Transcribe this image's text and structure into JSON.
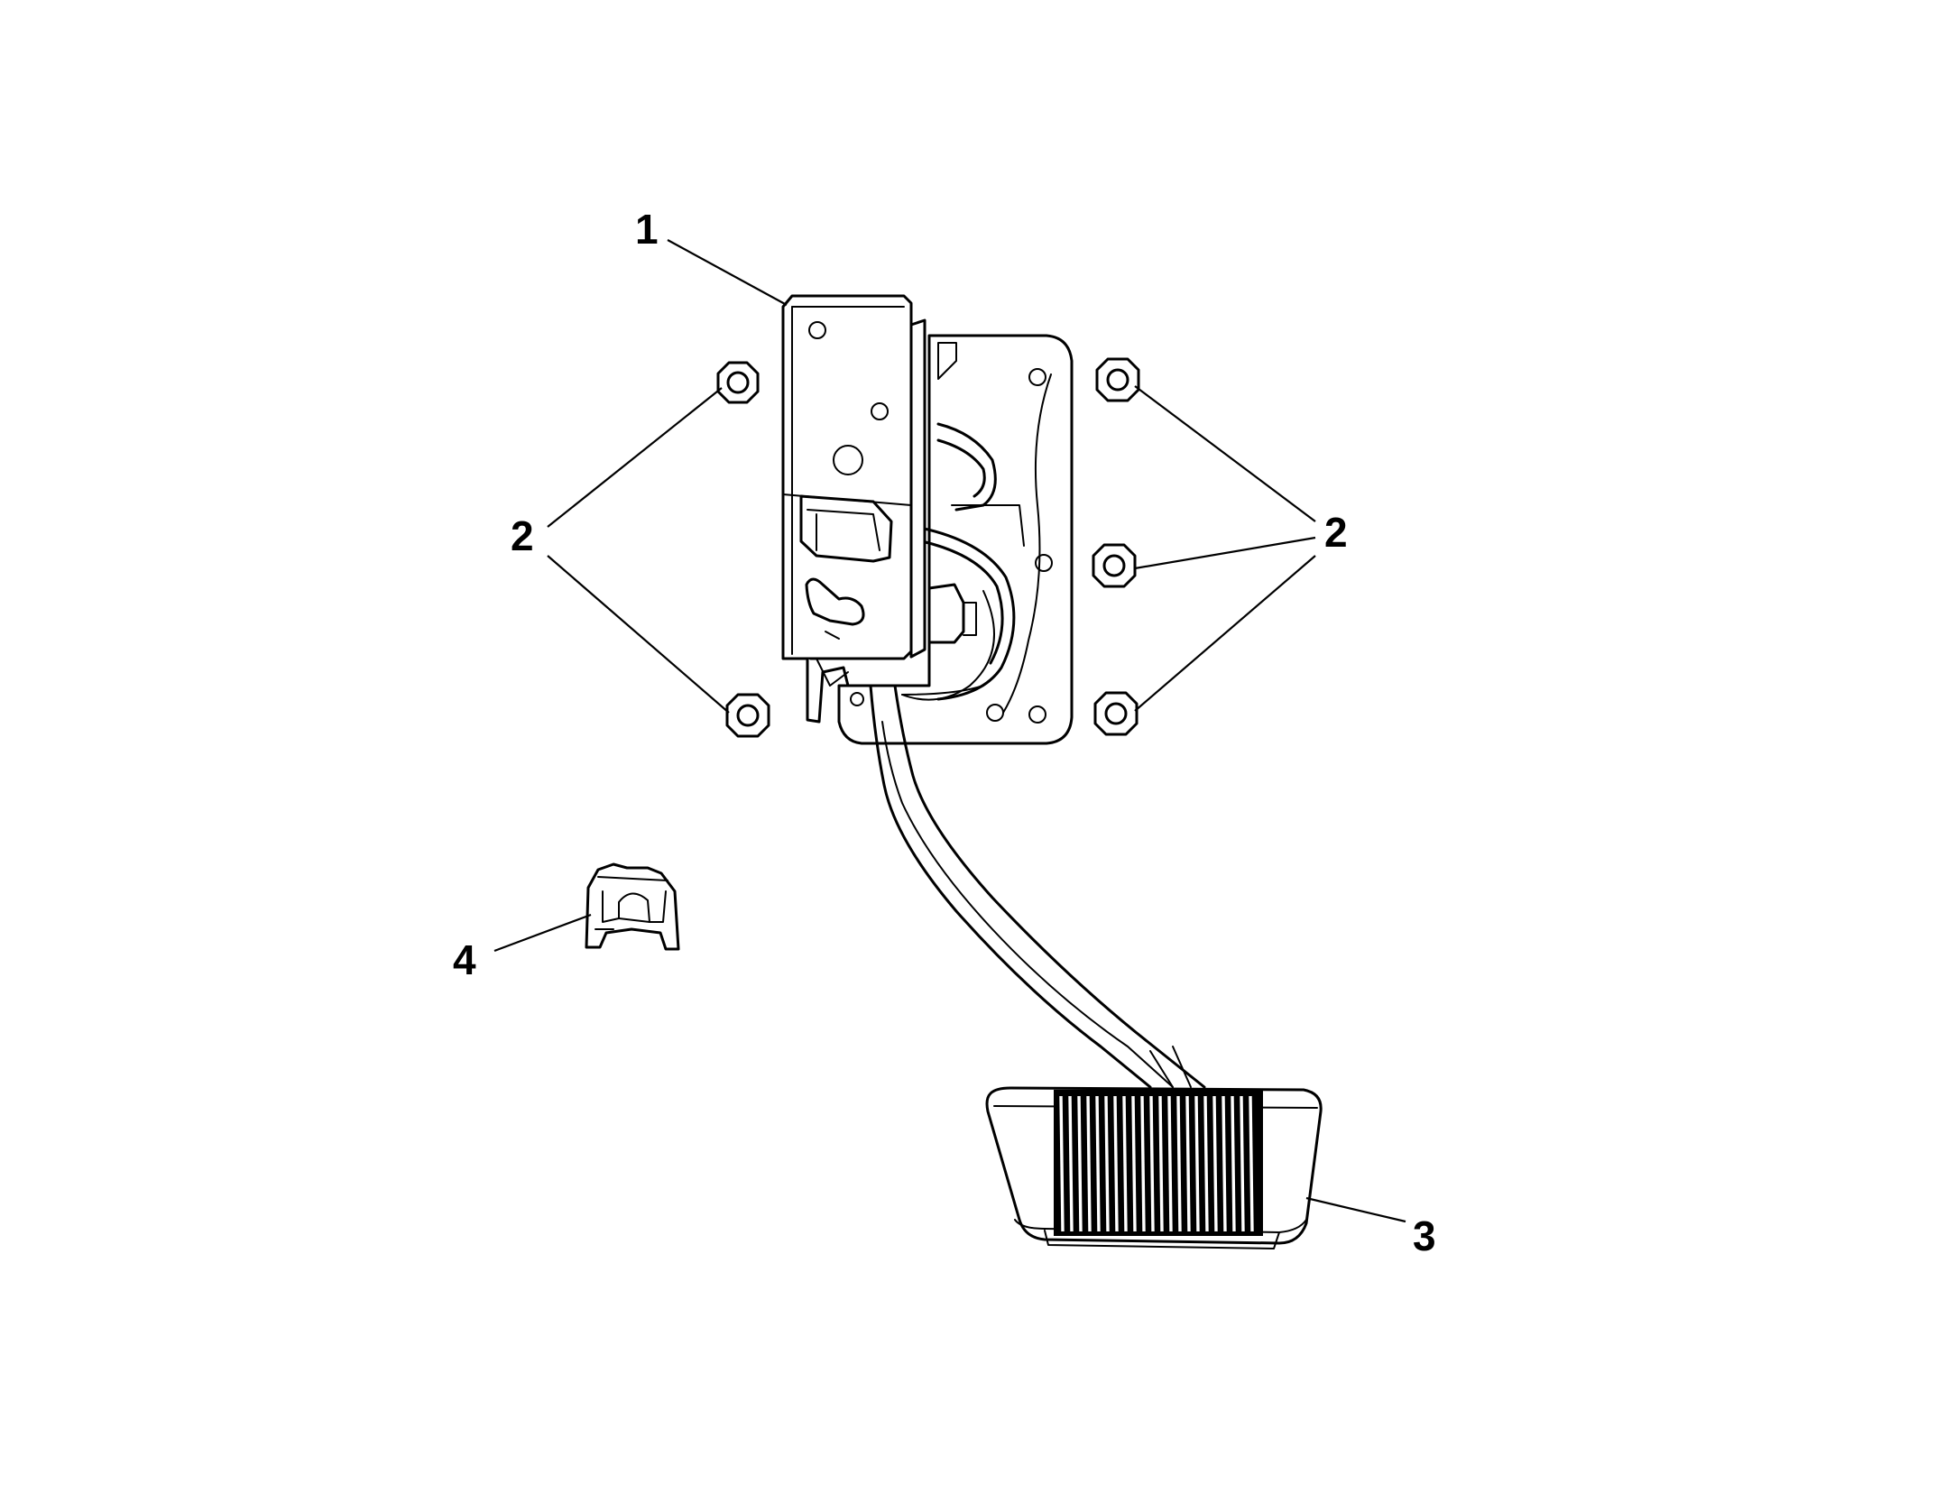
{
  "diagram": {
    "callouts": [
      {
        "id": "c1",
        "label": "1"
      },
      {
        "id": "c2-left",
        "label": "2"
      },
      {
        "id": "c2-right",
        "label": "2"
      },
      {
        "id": "c3",
        "label": "3"
      },
      {
        "id": "c4",
        "label": "4"
      }
    ]
  }
}
